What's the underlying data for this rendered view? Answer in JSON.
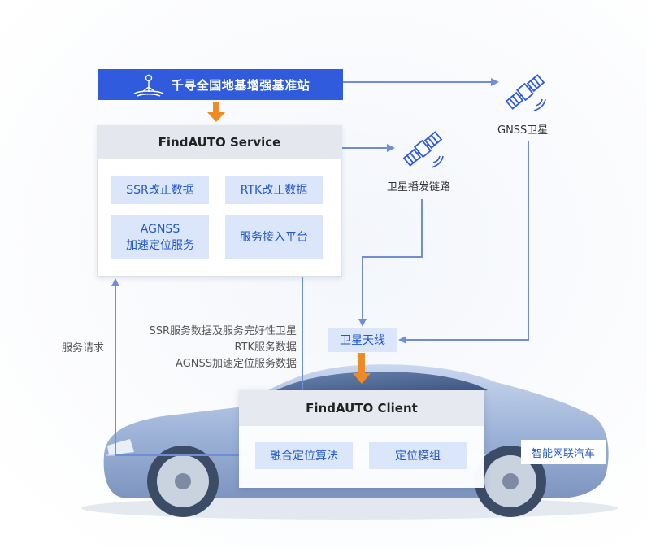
{
  "station": {
    "label": "千寻全国地基增强基准站",
    "icon": "antenna-tower-icon"
  },
  "service": {
    "title": "FindAUTO Service",
    "items": [
      {
        "lines": [
          "SSR改正数据"
        ]
      },
      {
        "lines": [
          "RTK改正数据"
        ]
      },
      {
        "lines": [
          "AGNSS",
          "加速定位服务"
        ]
      },
      {
        "lines": [
          "服务接入平台"
        ]
      }
    ]
  },
  "satellites": {
    "gnss": {
      "label": "GNSS卫星",
      "icon": "satellite-icon"
    },
    "broadcast": {
      "label": "卫星播发链路",
      "icon": "satellite-icon"
    }
  },
  "request_label": "服务请求",
  "data_labels": [
    "SSR服务数据及服务完好性卫星",
    "RTK服务数据",
    "AGNSS加速定位服务数据"
  ],
  "antenna_label": "卫星天线",
  "client": {
    "title": "FindAUTO Client",
    "items": [
      "融合定位算法",
      "定位模组"
    ]
  },
  "car_label": "智能网联汽车",
  "colors": {
    "brand_blue": "#2f5bdc",
    "chip_bg": "#dbe6fb",
    "chip_text": "#2257c9",
    "orange_arrow": "#f08a24",
    "connector": "#6f8ed6",
    "car_body": "#9fb4d8"
  }
}
